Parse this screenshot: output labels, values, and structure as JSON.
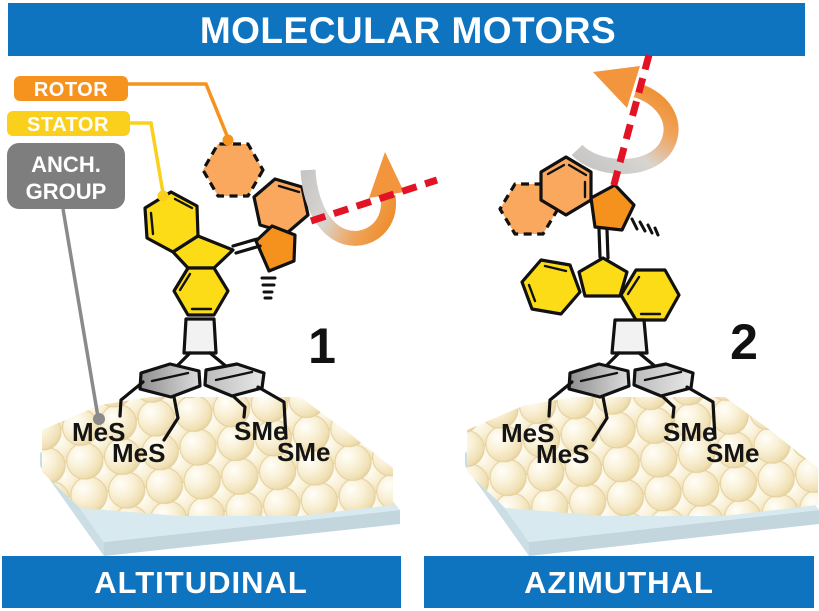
{
  "header": {
    "title": "MOLECULAR MOTORS"
  },
  "legend": {
    "rotor": {
      "label": "ROTOR",
      "color": "#F6921E"
    },
    "stator": {
      "label": "STATOR",
      "color": "#FBD01C"
    },
    "anchor_group": {
      "line1": "ANCH.",
      "line2": "GROUP",
      "color": "#7E7E7E"
    }
  },
  "panel_left": {
    "number": "1",
    "caption": "ALTITUDINAL",
    "anchor_labels": {
      "outer_left": "MeS",
      "inner_left": "MeS",
      "inner_right": "SMe",
      "outer_right": "SMe"
    }
  },
  "panel_right": {
    "number": "2",
    "caption": "AZIMUTHAL",
    "anchor_labels": {
      "outer_left": "MeS",
      "inner_left": "MeS",
      "inner_right": "SMe",
      "outer_right": "SMe"
    }
  },
  "colors": {
    "banner_blue": "#0F74C0",
    "rotor_orange_dark": "#F5911D",
    "rotor_orange_light": "#F9A85E",
    "stator_yellow": "#FBDC17",
    "anchor_gray": "#7E7E7E",
    "axis_red": "#E11325",
    "gold_sphere": "#F3E6C2",
    "substrate_blue": "#D8E9EF"
  },
  "icons": {
    "rotation_arrow": "curved gradient arrow (gray to orange)",
    "rotation_axis": "red dashed rotation axis line",
    "attachment_dot": "colored callout dot"
  }
}
